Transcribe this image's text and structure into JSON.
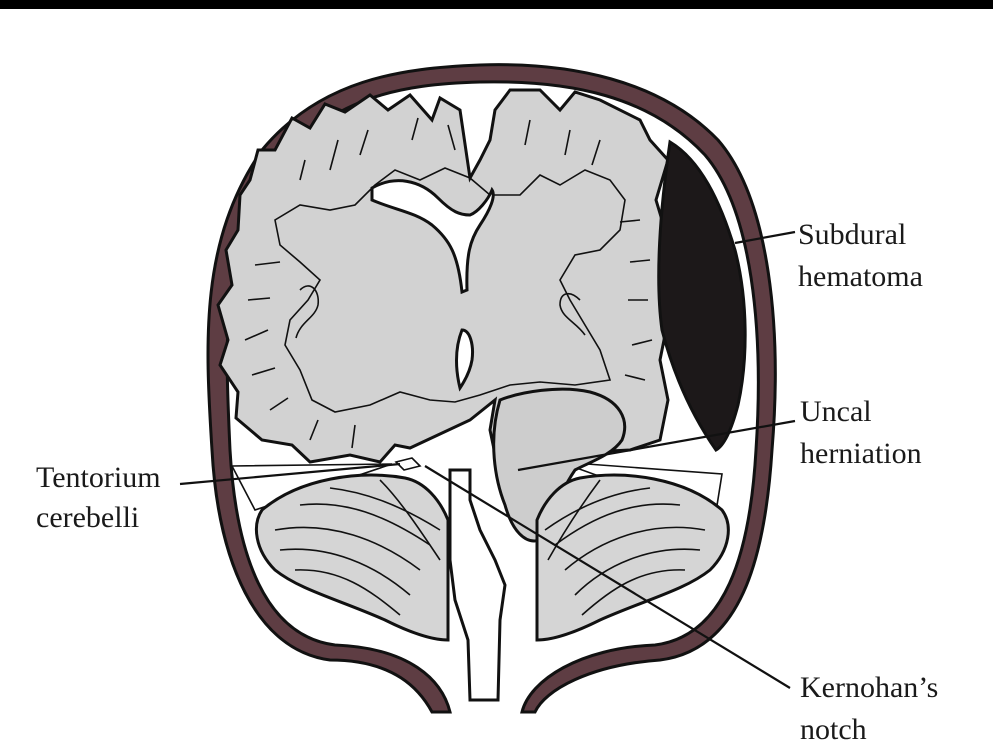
{
  "diagram": {
    "labels": {
      "subdural_hematoma": [
        "Subdural",
        "hematoma"
      ],
      "uncal_herniation": [
        "Uncal",
        "herniation"
      ],
      "tentorium_cerebelli": [
        "Tentorium",
        "cerebelli"
      ],
      "kernohans_notch": [
        "Kernohan’s",
        "notch"
      ]
    },
    "colors": {
      "skull": "#5e3d43",
      "brain": "#d2d2d2",
      "hematoma": "#1c1819",
      "tentorium": "#545454",
      "background": "#ffffff"
    }
  }
}
